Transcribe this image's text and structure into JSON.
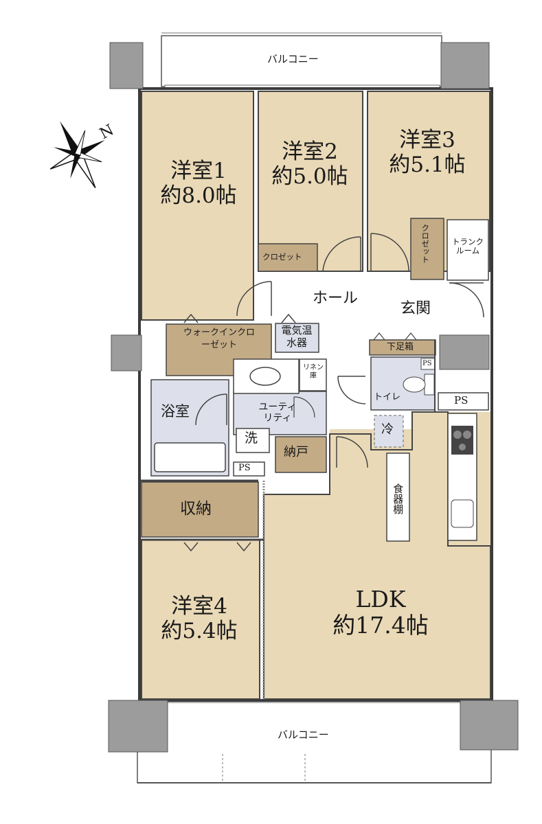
{
  "colors": {
    "room": "#e9d9b7",
    "storage": "#c3ab86",
    "wet": "#dde0eb",
    "column": "#9c9c9c",
    "wall": "#3a3a3a",
    "balcony": "#ffffff"
  },
  "compass": {
    "label": "N"
  },
  "balcony_top": {
    "label": "バルコニー"
  },
  "balcony_bottom": {
    "label": "バルコニー"
  },
  "rooms": {
    "western1": {
      "name": "洋室1",
      "size": "約8.0帖"
    },
    "western2": {
      "name": "洋室2",
      "size": "約5.0帖"
    },
    "western3": {
      "name": "洋室3",
      "size": "約5.1帖"
    },
    "western4": {
      "name": "洋室4",
      "size": "約5.4帖"
    },
    "ldk": {
      "name": "LDK",
      "size": "約17.4帖"
    },
    "hall": {
      "name": "ホール"
    },
    "entrance": {
      "name": "玄関"
    },
    "bathroom": {
      "name": "浴室"
    },
    "utility": {
      "name": "ユーティリティ"
    },
    "toilet": {
      "name": "トイレ"
    }
  },
  "storage": {
    "closet_room2": "クロゼット",
    "closet_room3": "クロゼット",
    "trunk_room": "トランクルーム",
    "walk_in_closet": "ウォークインクローゼット",
    "water_heater": "電気温水器",
    "linen": "リネン庫",
    "shoe_box": "下足箱",
    "pantry": "納戸",
    "shuno": "収納",
    "dish_shelf": "食器棚",
    "washer": "洗",
    "fridge": "冷",
    "ps1": "PS",
    "ps2": "PS",
    "ps3": "PS"
  }
}
